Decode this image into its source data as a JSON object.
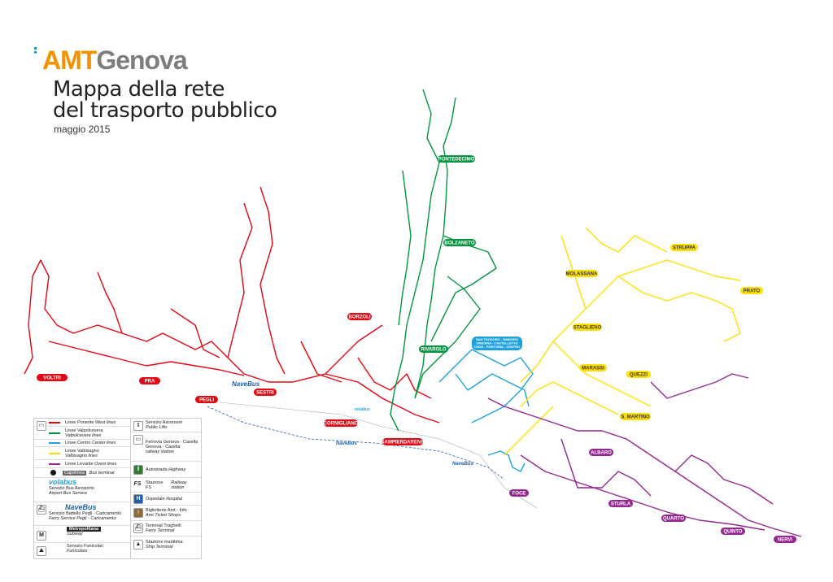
{
  "header": {
    "logo_amt": "AMT",
    "logo_genova": "Genova",
    "title_line1": "Mappa della rete",
    "title_line2": "del trasporto pubblico",
    "date": "maggio 2015"
  },
  "colors": {
    "west": "#e30613",
    "valpolcevera": "#009640",
    "center": "#1ea2dc",
    "valbisagno": "#ffe000",
    "east": "#93278f",
    "brand_orange": "#f39200"
  },
  "districts": [
    {
      "name": "VOLTRI",
      "line": "west"
    },
    {
      "name": "PRA",
      "line": "west"
    },
    {
      "name": "PEGLI",
      "line": "west"
    },
    {
      "name": "SESTRI",
      "line": "west"
    },
    {
      "name": "BORZOLI",
      "line": "west"
    },
    {
      "name": "CORNIGLIANO",
      "line": "west"
    },
    {
      "name": "SAMPIERDARENA",
      "line": "west"
    },
    {
      "name": "RIVAROLO",
      "line": "valpolcevera"
    },
    {
      "name": "BOLZANETO",
      "line": "valpolcevera"
    },
    {
      "name": "PONTEDECIMO",
      "line": "valpolcevera"
    },
    {
      "name": "STAGLIENO",
      "line": "valbisagno"
    },
    {
      "name": "MOLASSANA",
      "line": "valbisagno"
    },
    {
      "name": "STRUPPA",
      "line": "valbisagno"
    },
    {
      "name": "PRATO",
      "line": "valbisagno"
    },
    {
      "name": "MARASSI",
      "line": "valbisagno"
    },
    {
      "name": "QUEZZI",
      "line": "valbisagno"
    },
    {
      "name": "S. MARTINO",
      "line": "valbisagno"
    },
    {
      "name": "ALBARO",
      "line": "east"
    },
    {
      "name": "FOCE",
      "line": "east"
    },
    {
      "name": "STURLA",
      "line": "east"
    },
    {
      "name": "QUARTO",
      "line": "east"
    },
    {
      "name": "QUINTO",
      "line": "east"
    },
    {
      "name": "NERVI",
      "line": "east"
    }
  ],
  "center_label": {
    "l1": "SAN TEODORO - DINEGRO",
    "l2": "OREGINA - CASTELLETTO",
    "l3": "CHUN - PORTORIA - CENTRO"
  },
  "map_brands": {
    "navebus": "NaveBus",
    "volabus": "volabus"
  },
  "legend": {
    "west": "Linee Ponente",
    "west_en": "West lines",
    "valpolcevera": "Linee Valpolcevera",
    "valpolcevera_en": "Valpolcevera lines",
    "center": "Linee Centro",
    "center_en": "Center lines",
    "valbisagno": "Linee Valbisagno",
    "valbisagno_en": "Valbisagno lines",
    "east": "Linee Levante",
    "east_en": "Ovest lines",
    "capolinea": "Capolinea",
    "capolinea_en": "Bus terminal",
    "volabus": "volabus",
    "airport": "Servizio Bus Aeroporto",
    "airport_en": "Airport Bus Service",
    "navebus": "NaveBus",
    "ferry": "Servizio Battello Pegli - Caricamento",
    "ferry_en": "Ferry Service Pegli - Caricamento",
    "metro": "Metropolitana",
    "metro_en": "Subway",
    "metro_icon": "M",
    "funicular": "Servizio Funicolari",
    "funicular_en": "Funicolars",
    "lifts": "Servizio Ascensori",
    "lifts_en": "Public Lifts",
    "railway": "Ferrovia Genova - Casella",
    "railway2": "Genova - Casella",
    "railway_en": "railway station",
    "highway": "Autostrada",
    "highway_en": "Highway",
    "fs": "Stazione FS",
    "fs_en": "Railway station",
    "hospital": "Ospedale",
    "hospital_en": "Hospital",
    "hospital_icon": "H",
    "tickets": "Biglietterie Amt - Info",
    "tickets_en": "Amt Ticket Shops",
    "ferry_terminal": "Terminal Traghetti",
    "ferry_terminal_en": "Ferry Terminal",
    "ship": "Stazione marittima",
    "ship_en": "Ship Terminal"
  }
}
